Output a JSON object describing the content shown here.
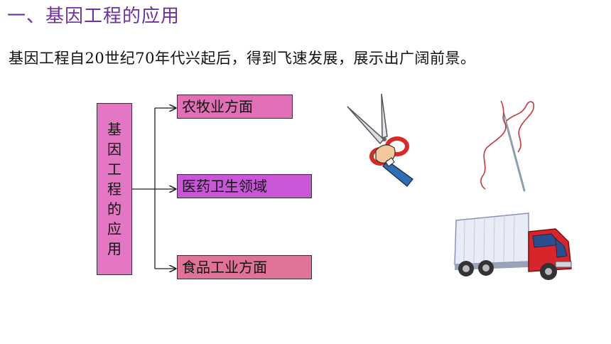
{
  "heading": "一、基因工程的应用",
  "intro": "基因工程自20世纪70年代兴起后，得到飞速发展，展示出广阔前景。",
  "diagram": {
    "root_chars": [
      "基",
      "因",
      "工",
      "程",
      "的",
      "应",
      "用"
    ],
    "branches": [
      "农牧业方面",
      "医药卫生领域",
      "食品工业方面"
    ]
  },
  "illustrations": [
    "scissors-icon",
    "needle-thread-icon",
    "truck-icon"
  ]
}
